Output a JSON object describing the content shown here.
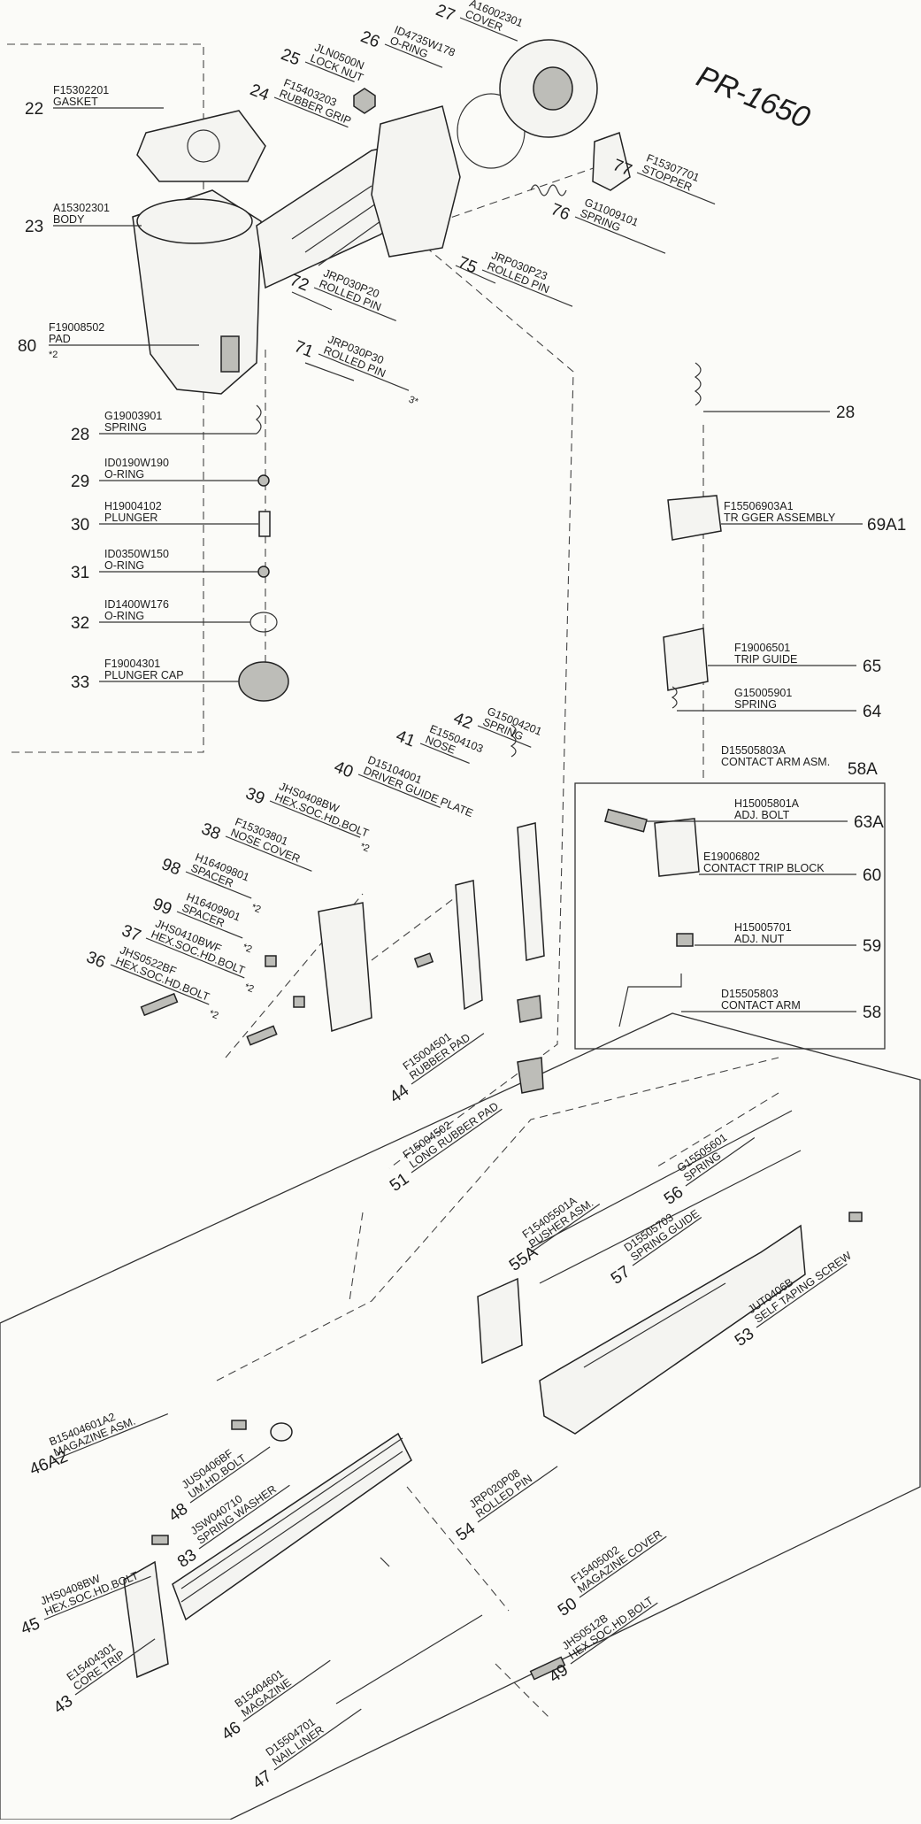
{
  "title": "PR-1650",
  "parts": [
    {
      "id": "p22",
      "num": "22",
      "code": "F15302201",
      "name": "GASKET"
    },
    {
      "id": "p23",
      "num": "23",
      "code": "A15302301",
      "name": "BODY"
    },
    {
      "id": "p80",
      "num": "80",
      "code": "F19008502",
      "name": "PAD",
      "mark": "*2"
    },
    {
      "id": "p28",
      "num": "28",
      "code": "G19003901",
      "name": "SPRING"
    },
    {
      "id": "p29",
      "num": "29",
      "code": "ID0190W190",
      "name": "O-RING"
    },
    {
      "id": "p30",
      "num": "30",
      "code": "H19004102",
      "name": "PLUNGER"
    },
    {
      "id": "p31",
      "num": "31",
      "code": "ID0350W150",
      "name": "O-RING"
    },
    {
      "id": "p32",
      "num": "32",
      "code": "ID1400W176",
      "name": "O-RING"
    },
    {
      "id": "p33",
      "num": "33",
      "code": "F19004301",
      "name": "PLUNGER CAP"
    },
    {
      "id": "p24",
      "num": "24",
      "code": "F15403203",
      "name": "RUBBER GRIP"
    },
    {
      "id": "p25",
      "num": "25",
      "code": "JLN0500N",
      "name": "LOCK NUT"
    },
    {
      "id": "p26",
      "num": "26",
      "code": "ID4735W178",
      "name": "O-RING"
    },
    {
      "id": "p27",
      "num": "27",
      "code": "A16002301",
      "name": "COVER"
    },
    {
      "id": "p77",
      "num": "77",
      "code": "F15307701",
      "name": "STOPPER"
    },
    {
      "id": "p76",
      "num": "76",
      "code": "G11009101",
      "name": "SPRING"
    },
    {
      "id": "p75",
      "num": "75",
      "code": "JRP030P23",
      "name": "ROLLED PIN"
    },
    {
      "id": "p72",
      "num": "72",
      "code": "JRP030P20",
      "name": "ROLLED PIN"
    },
    {
      "id": "p71",
      "num": "71",
      "code": "JRP030P30",
      "name": "ROLLED PIN",
      "mark": "3*"
    },
    {
      "id": "p28b",
      "num": "28",
      "code": "",
      "name": ""
    },
    {
      "id": "p69a1",
      "num": "69A1",
      "code": "F15506903A1",
      "name": "TR GGER ASSEMBLY"
    },
    {
      "id": "p65",
      "num": "65",
      "code": "F19006501",
      "name": "TRIP GUIDE"
    },
    {
      "id": "p64",
      "num": "64",
      "code": "G15005901",
      "name": "SPRING"
    },
    {
      "id": "p58a",
      "num": "58A",
      "code": "D15505803A",
      "name": "CONTACT ARM ASM."
    },
    {
      "id": "p63a",
      "num": "63A",
      "code": "H15005801A",
      "name": "ADJ. BOLT"
    },
    {
      "id": "p60",
      "num": "60",
      "code": "E19006802",
      "name": "CONTACT TRIP BLOCK"
    },
    {
      "id": "p59",
      "num": "59",
      "code": "H15005701",
      "name": "ADJ. NUT"
    },
    {
      "id": "p58",
      "num": "58",
      "code": "D15505803",
      "name": "CONTACT ARM"
    },
    {
      "id": "p42",
      "num": "42",
      "code": "G15004201",
      "name": "SPRING"
    },
    {
      "id": "p41",
      "num": "41",
      "code": "E15504103",
      "name": "NOSE"
    },
    {
      "id": "p40",
      "num": "40",
      "code": "D15104001",
      "name": "DRIVER GUIDE PLATE"
    },
    {
      "id": "p39",
      "num": "39",
      "code": "JHS0408BW",
      "name": "HEX.SOC.HD.BOLT",
      "mark": "*2"
    },
    {
      "id": "p38",
      "num": "38",
      "code": "F15303801",
      "name": "NOSE COVER"
    },
    {
      "id": "p98",
      "num": "98",
      "code": "H16409801",
      "name": "SPACER",
      "mark": "*2"
    },
    {
      "id": "p99",
      "num": "99",
      "code": "H16409901",
      "name": "SPACER",
      "mark": "*2"
    },
    {
      "id": "p37",
      "num": "37",
      "code": "JHS0410BWF",
      "name": "HEX.SOC.HD.BOLT",
      "mark": "*2"
    },
    {
      "id": "p36",
      "num": "36",
      "code": "JHS0522BF",
      "name": "HEX.SOC.HD.BOLT",
      "mark": "*2"
    },
    {
      "id": "p44",
      "num": "44",
      "code": "F15004501",
      "name": "RUBBER PAD"
    },
    {
      "id": "p51",
      "num": "51",
      "code": "F15004502",
      "name": "LONG RUBBER PAD"
    },
    {
      "id": "p56",
      "num": "56",
      "code": "G15505601",
      "name": "SPRING"
    },
    {
      "id": "p55a",
      "num": "55A",
      "code": "F15405501A",
      "name": "PUSHER ASM."
    },
    {
      "id": "p57",
      "num": "57",
      "code": "D15505703",
      "name": "SPRING GUIDE"
    },
    {
      "id": "p53",
      "num": "53",
      "code": "JUT0406B",
      "name": "SELF TAPING SCREW"
    },
    {
      "id": "p46a2",
      "num": "46A2",
      "code": "B15404601A2",
      "name": "MAGAZINE ASM."
    },
    {
      "id": "p48",
      "num": "48",
      "code": "JUS0406BF",
      "name": "UM.HD.BOLT"
    },
    {
      "id": "p83",
      "num": "83",
      "code": "JSW040710",
      "name": "SPRING WASHER"
    },
    {
      "id": "p54",
      "num": "54",
      "code": "JRP020P08",
      "name": "ROLLED PIN"
    },
    {
      "id": "p50",
      "num": "50",
      "code": "F15405002",
      "name": "MAGAZINE COVER"
    },
    {
      "id": "p45",
      "num": "45",
      "code": "JHS0408BW",
      "name": "HEX.SOC.HD.BOLT"
    },
    {
      "id": "p43",
      "num": "43",
      "code": "E15404301",
      "name": "CORE TRIP"
    },
    {
      "id": "p46",
      "num": "46",
      "code": "B15404601",
      "name": "MAGAZINE"
    },
    {
      "id": "p47",
      "num": "47",
      "code": "D15504701",
      "name": "NAIL LINER"
    },
    {
      "id": "p49",
      "num": "49",
      "code": "JHS0512B",
      "name": "HEX.SOC.HD.BOLT"
    }
  ]
}
